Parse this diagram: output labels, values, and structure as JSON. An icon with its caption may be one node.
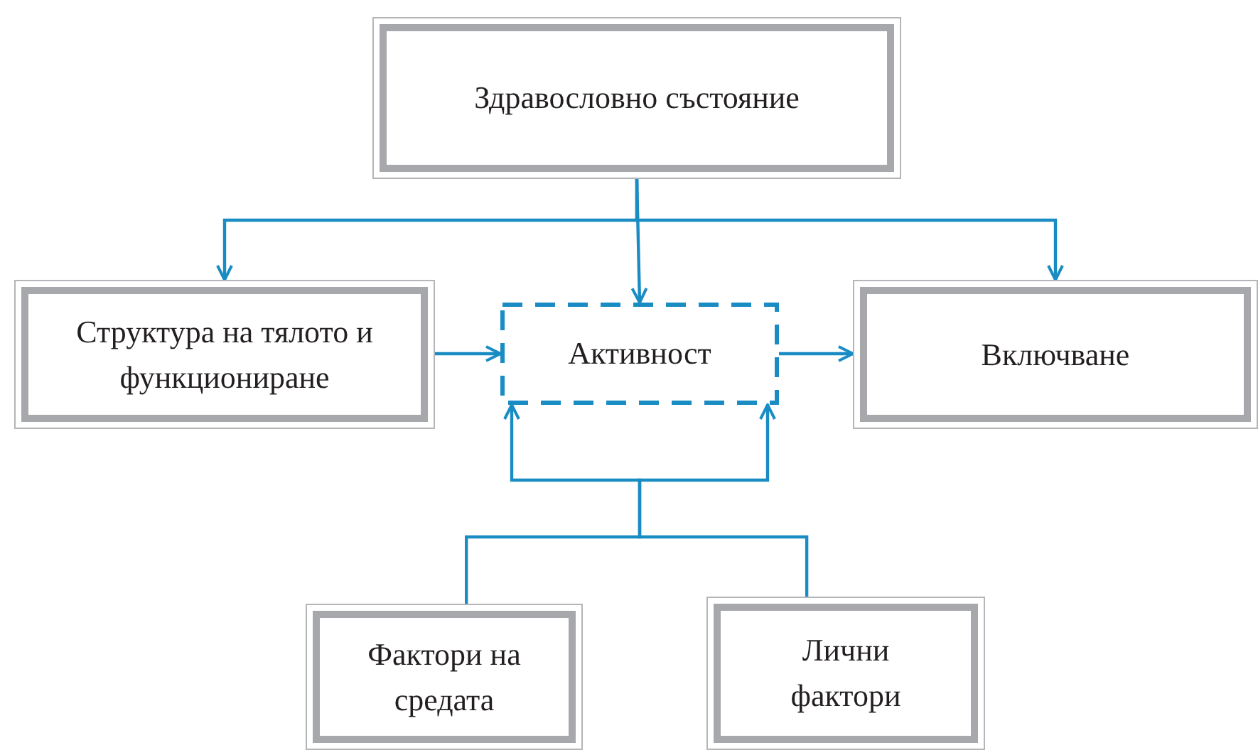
{
  "diagram": {
    "nodes": [
      {
        "text": [
          "Здравословно състояние"
        ]
      },
      {
        "text": [
          "Структура на тялото и функциониране"
        ]
      },
      {
        "text": [
          "Активност"
        ]
      },
      {
        "text": [
          "Включване"
        ]
      },
      {
        "text": [
          "Фактори на средата"
        ]
      },
      {
        "text": [
          "Лични фактори"
        ]
      }
    ],
    "edges": [
      {
        "from": 0,
        "to": 1,
        "arrow": "to"
      },
      {
        "from": 0,
        "to": 2,
        "arrow": "to"
      },
      {
        "from": 0,
        "to": 3,
        "arrow": "to"
      },
      {
        "from": 1,
        "to": 2,
        "arrow": "to"
      },
      {
        "from": 2,
        "to": 3,
        "arrow": "to"
      },
      {
        "from": 4,
        "to": 2,
        "arrow": "to"
      },
      {
        "from": 5,
        "to": 2,
        "arrow": "to"
      }
    ]
  }
}
